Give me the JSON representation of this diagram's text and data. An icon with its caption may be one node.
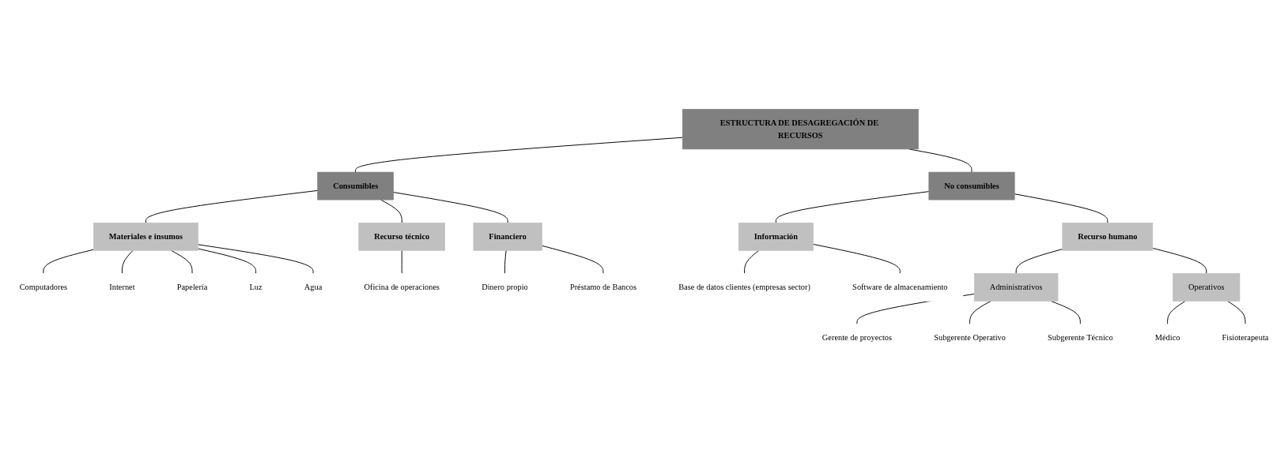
{
  "diagram": {
    "nodes": [
      {
        "text": [
          "ESTRUCTURA DE DESAGREGACIÓN DE RECURSOS"
        ]
      },
      {
        "text": [
          "Consumibles"
        ]
      },
      {
        "text": [
          "No consumibles"
        ]
      },
      {
        "text": [
          "Materiales e insumos"
        ]
      },
      {
        "text": [
          "Recurso técnico"
        ]
      },
      {
        "text": [
          "Financiero"
        ]
      },
      {
        "text": [
          "Información"
        ]
      },
      {
        "text": [
          "Recurso humano"
        ]
      },
      {
        "text": [
          "Computadores"
        ]
      },
      {
        "text": [
          "Internet"
        ]
      },
      {
        "text": [
          "Papelería"
        ]
      },
      {
        "text": [
          "Luz"
        ]
      },
      {
        "text": [
          "Agua"
        ]
      },
      {
        "text": [
          "Oficina de operaciones"
        ]
      },
      {
        "text": [
          "Dinero propio"
        ]
      },
      {
        "text": [
          "Préstamo de Bancos"
        ]
      },
      {
        "text": [
          "Base de datos clientes (empresas sector)"
        ]
      },
      {
        "text": [
          "Software de almacenamiento"
        ]
      },
      {
        "text": [
          "Administrativos"
        ]
      },
      {
        "text": [
          "Operativos"
        ]
      },
      {
        "text": [
          "Gerente de proyectos"
        ]
      },
      {
        "text": [
          "Subgerente Operativo"
        ]
      },
      {
        "text": [
          "Subgerente Técnico"
        ]
      },
      {
        "text": [
          "Médico"
        ]
      },
      {
        "text": [
          "Fisioterapeuta"
        ]
      }
    ],
    "edges": [
      {
        "from": 0,
        "to": 1,
        "arrow": "none"
      },
      {
        "from": 0,
        "to": 2,
        "arrow": "none"
      },
      {
        "from": 1,
        "to": 3,
        "arrow": "none"
      },
      {
        "from": 1,
        "to": 4,
        "arrow": "none"
      },
      {
        "from": 1,
        "to": 5,
        "arrow": "none"
      },
      {
        "from": 2,
        "to": 6,
        "arrow": "none"
      },
      {
        "from": 2,
        "to": 7,
        "arrow": "none"
      },
      {
        "from": 3,
        "to": 8,
        "arrow": "none"
      },
      {
        "from": 3,
        "to": 9,
        "arrow": "none"
      },
      {
        "from": 3,
        "to": 10,
        "arrow": "none"
      },
      {
        "from": 3,
        "to": 11,
        "arrow": "none"
      },
      {
        "from": 3,
        "to": 12,
        "arrow": "none"
      },
      {
        "from": 4,
        "to": 13,
        "arrow": "none"
      },
      {
        "from": 5,
        "to": 14,
        "arrow": "none"
      },
      {
        "from": 5,
        "to": 15,
        "arrow": "none"
      },
      {
        "from": 6,
        "to": 16,
        "arrow": "none"
      },
      {
        "from": 6,
        "to": 17,
        "arrow": "none"
      },
      {
        "from": 7,
        "to": 18,
        "arrow": "none"
      },
      {
        "from": 7,
        "to": 19,
        "arrow": "none"
      },
      {
        "from": 18,
        "to": 20,
        "arrow": "none"
      },
      {
        "from": 18,
        "to": 21,
        "arrow": "none"
      },
      {
        "from": 18,
        "to": 22,
        "arrow": "none"
      },
      {
        "from": 19,
        "to": 23,
        "arrow": "none"
      },
      {
        "from": 19,
        "to": 24,
        "arrow": "none"
      }
    ]
  }
}
